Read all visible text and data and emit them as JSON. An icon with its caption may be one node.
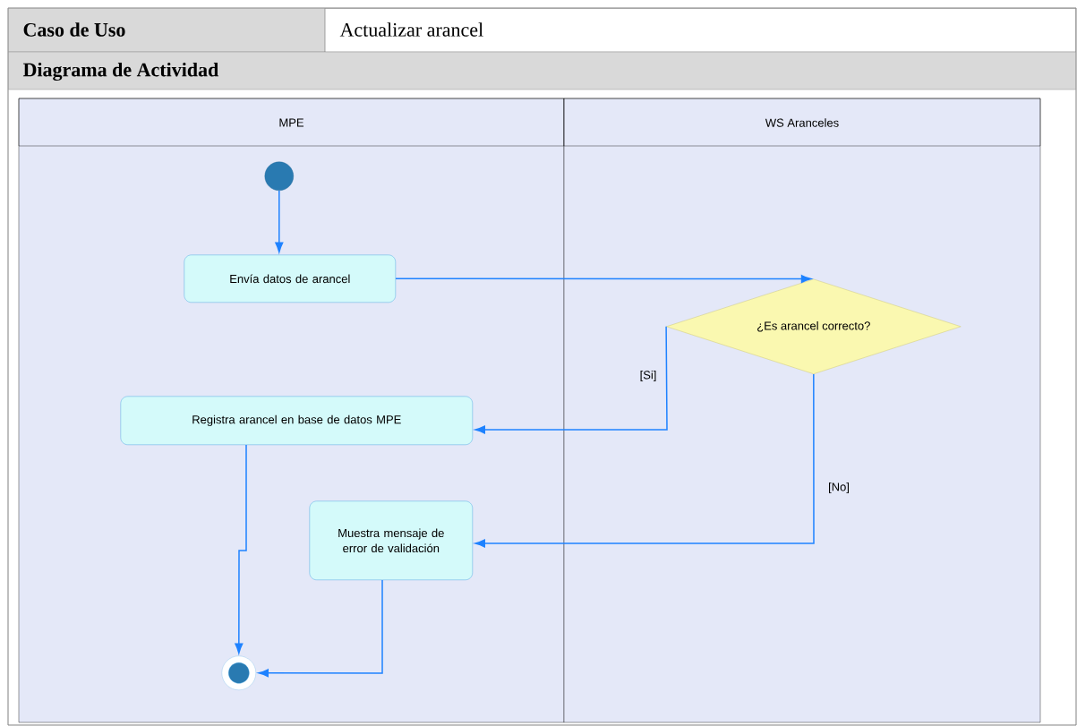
{
  "diagram": {
    "nodes": [
      {
        "text": [
          "MPE"
        ]
      },
      {
        "text": [
          "WS Aranceles"
        ]
      },
      {
        "text": [],
        "shape": "circle",
        "in": 0
      },
      {
        "text": [
          "Envía datos de arancel"
        ],
        "in": 0
      },
      {
        "text": [
          "¿Es arancel correcto?"
        ],
        "in": 1
      },
      {
        "text": [
          "Registra arancel en base de datos MPE"
        ],
        "in": 0
      },
      {
        "text": [
          "Muestra mensaje de error de validación"
        ],
        "in": 0
      },
      {
        "text": [],
        "shape": "circle",
        "in": 0
      }
    ],
    "edges": [
      {
        "from": 2,
        "to": 3,
        "arrow": "to"
      },
      {
        "from": 3,
        "to": 4,
        "arrow": "to"
      },
      {
        "from": 4,
        "to": 5,
        "arrow": "to",
        "label": "[Si]"
      },
      {
        "from": 4,
        "to": 6,
        "arrow": "to",
        "label": "[No]"
      },
      {
        "from": 5,
        "to": 7,
        "arrow": "to"
      },
      {
        "from": 6,
        "to": 7,
        "arrow": "to"
      }
    ],
    "labels": [
      "Caso de Uso",
      "Actualizar arancel",
      "Diagrama de Actividad"
    ]
  }
}
